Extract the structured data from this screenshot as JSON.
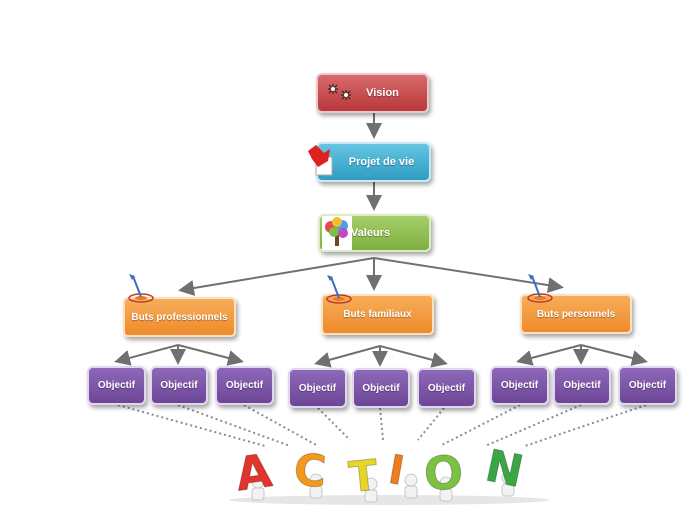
{
  "nodes": {
    "vision": "Vision",
    "projet": "Projet de vie",
    "valeurs": "Valeurs",
    "buts": [
      "Buts professionnels",
      "Buts familiaux",
      "Buts personnels"
    ],
    "objectif": "Objectif"
  },
  "action": {
    "letters": [
      "A",
      "C",
      "T",
      "I",
      "O",
      "N"
    ],
    "colors": [
      "#e2342a",
      "#f39a1d",
      "#e8d52a",
      "#f07c1e",
      "#7cc242",
      "#3aa645"
    ]
  },
  "colors": {
    "vision": "#c0464a",
    "projet": "#3aa9cc",
    "valeurs": "#8cbb4c",
    "buts": "#f39a3c",
    "objectif": "#7a52a6",
    "connector": "#707070",
    "dotted": "#8c8c8c"
  },
  "icons": [
    "fireworks-icon",
    "hand-pointer-icon",
    "tree-icon",
    "target-arrow-icon"
  ]
}
